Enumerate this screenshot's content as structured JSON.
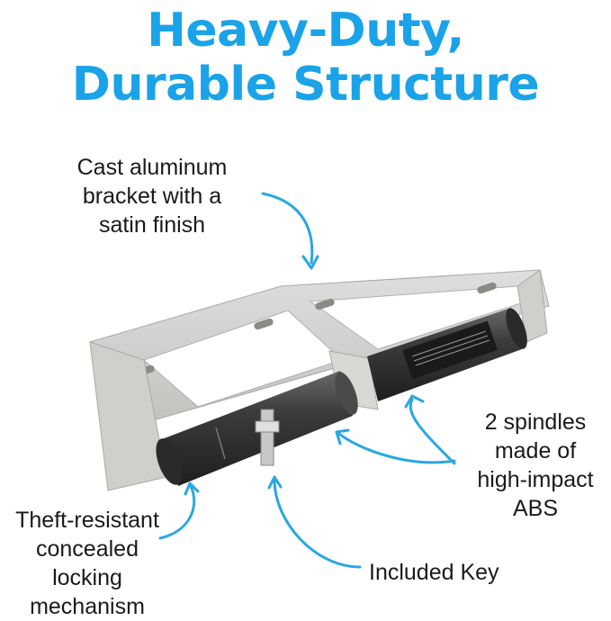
{
  "colors": {
    "accent": "#1aa3e8",
    "arrow": "#2aa7e2",
    "bracket": "#d4d4d1",
    "bracket_shade": "#b8b8b4",
    "spindle": "#3a3a3a",
    "text": "#1a1a1a"
  },
  "headline": {
    "line1": "Heavy-Duty,",
    "line2": "Durable Structure"
  },
  "callouts": {
    "bracket": "Cast aluminum\nbracket with a\nsatin finish",
    "spindles": "2 spindles\nmade of\nhigh-impact\nABS",
    "lock": "Theft-resistant\nconcealed\nlocking\nmechanism",
    "key": "Included Key"
  },
  "product": {
    "name": "dual-roll-toilet-paper-holder"
  }
}
